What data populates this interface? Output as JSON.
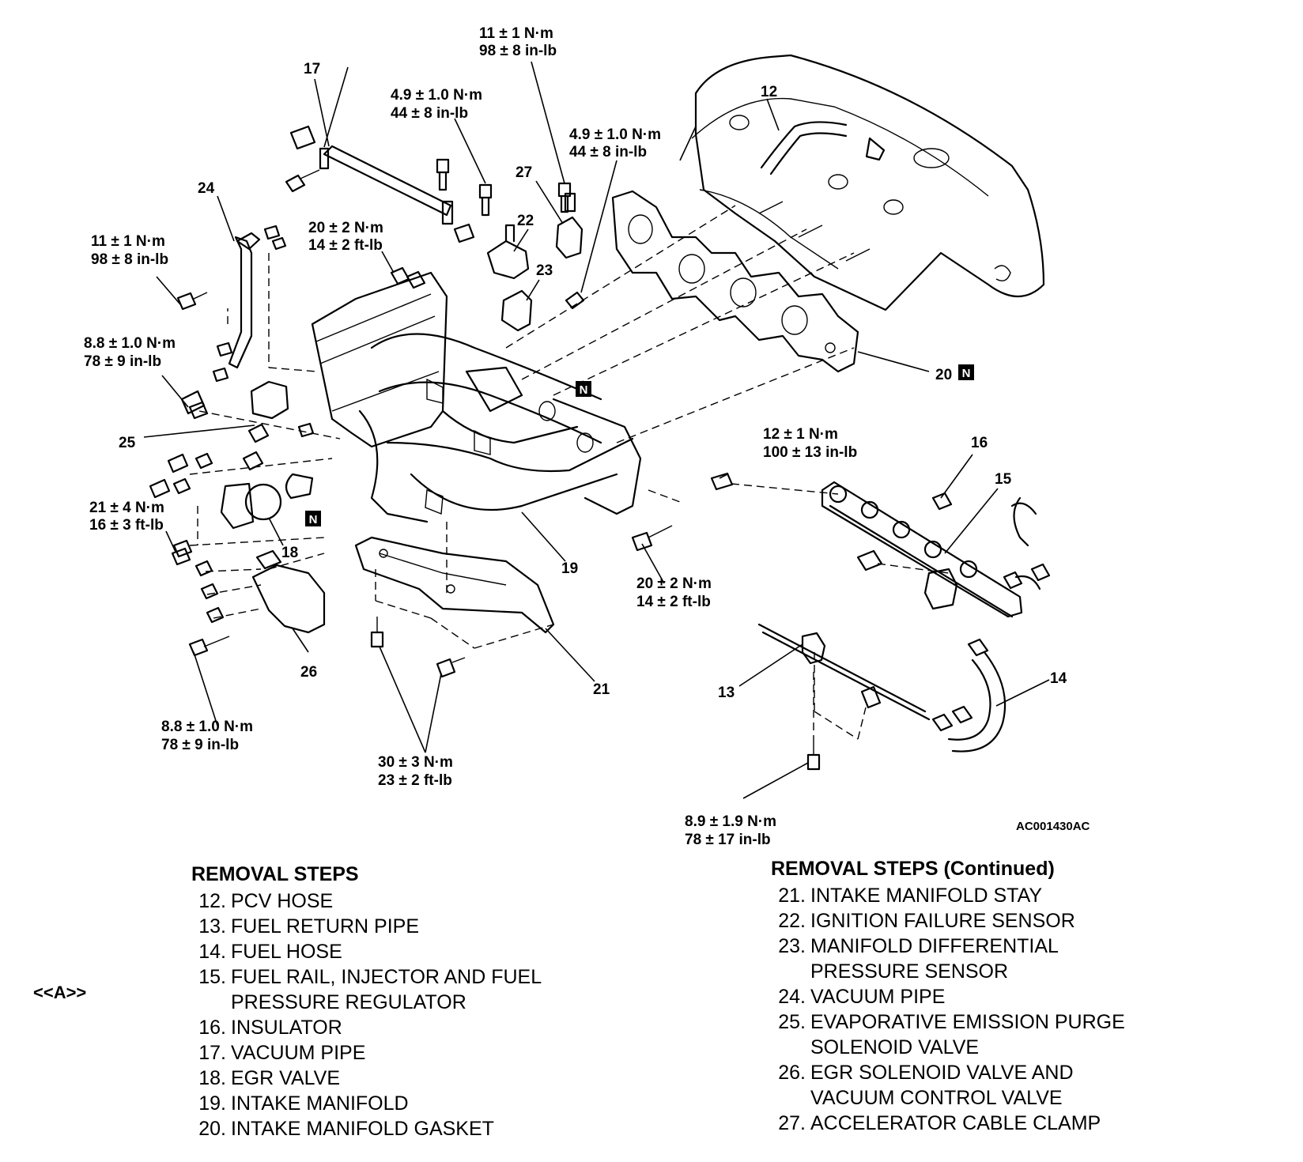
{
  "diagram": {
    "code": "AC001430AC",
    "torque_labels": [
      {
        "id": "t1",
        "line1": "11 ± 1 N·m",
        "line2": "98 ± 8 in-lb"
      },
      {
        "id": "t2",
        "line1": "4.9 ± 1.0 N·m",
        "line2": "44 ± 8 in-lb"
      },
      {
        "id": "t3",
        "line1": "4.9 ± 1.0 N·m",
        "line2": "44 ± 8 in-lb"
      },
      {
        "id": "t4",
        "line1": "20 ± 2 N·m",
        "line2": "14 ± 2 ft-lb"
      },
      {
        "id": "t5",
        "line1": "11 ± 1 N·m",
        "line2": "98 ± 8 in-lb"
      },
      {
        "id": "t6",
        "line1": "8.8 ± 1.0 N·m",
        "line2": "78 ± 9 in-lb"
      },
      {
        "id": "t7",
        "line1": "12 ± 1 N·m",
        "line2": "100 ± 13 in-lb"
      },
      {
        "id": "t8",
        "line1": "21 ± 4 N·m",
        "line2": "16 ± 3 ft-lb"
      },
      {
        "id": "t9",
        "line1": "20 ± 2 N·m",
        "line2": "14 ± 2 ft-lb"
      },
      {
        "id": "t10",
        "line1": "8.8 ± 1.0 N·m",
        "line2": "78 ± 9 in-lb"
      },
      {
        "id": "t11",
        "line1": "30 ± 3 N·m",
        "line2": "23 ± 2 ft-lb"
      },
      {
        "id": "t12",
        "line1": "8.9 ± 1.9 N·m",
        "line2": "78 ± 17 in-lb"
      }
    ],
    "callouts": {
      "c12": "12",
      "c13": "13",
      "c14": "14",
      "c15": "15",
      "c16": "16",
      "c17": "17",
      "c18": "18",
      "c19": "19",
      "c20": "20",
      "c21": "21",
      "c22": "22",
      "c23": "23",
      "c24": "24",
      "c25": "25",
      "c26": "26",
      "c27": "27"
    },
    "n_mark": "N"
  },
  "removal_steps": {
    "heading": "REMOVAL STEPS",
    "items": [
      {
        "num": "12.",
        "text": "PCV HOSE"
      },
      {
        "num": "13.",
        "text": "FUEL RETURN PIPE"
      },
      {
        "num": "14.",
        "text": "FUEL HOSE"
      },
      {
        "num": "15.",
        "text": "FUEL RAIL, INJECTOR AND FUEL\nPRESSURE REGULATOR"
      },
      {
        "num": "16.",
        "text": "INSULATOR"
      },
      {
        "num": "17.",
        "text": "VACUUM PIPE"
      },
      {
        "num": "18.",
        "text": "EGR VALVE"
      },
      {
        "num": "19.",
        "text": "INTAKE MANIFOLD"
      },
      {
        "num": "20.",
        "text": "INTAKE MANIFOLD GASKET"
      }
    ],
    "procedure_ref": "<<A>>"
  },
  "removal_steps_continued": {
    "heading": "REMOVAL STEPS (Continued)",
    "items": [
      {
        "num": "21.",
        "text": "INTAKE MANIFOLD STAY"
      },
      {
        "num": "22.",
        "text": "IGNITION FAILURE SENSOR"
      },
      {
        "num": "23.",
        "text": "MANIFOLD DIFFERENTIAL\nPRESSURE SENSOR"
      },
      {
        "num": "24.",
        "text": "VACUUM PIPE"
      },
      {
        "num": "25.",
        "text": "EVAPORATIVE EMISSION PURGE\nSOLENOID VALVE"
      },
      {
        "num": "26.",
        "text": "EGR SOLENOID VALVE AND\nVACUUM CONTROL VALVE"
      },
      {
        "num": "27.",
        "text": "ACCELERATOR CABLE CLAMP"
      }
    ]
  }
}
